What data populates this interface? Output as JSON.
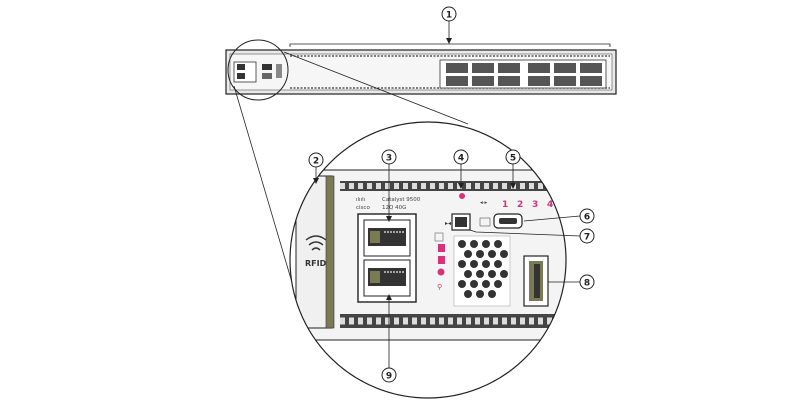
{
  "diagram": {
    "callouts": [
      {
        "id": "callout-1",
        "label": "1"
      },
      {
        "id": "callout-2",
        "label": "2"
      },
      {
        "id": "callout-3",
        "label": "3"
      },
      {
        "id": "callout-4",
        "label": "4"
      },
      {
        "id": "callout-5",
        "label": "5"
      },
      {
        "id": "callout-6",
        "label": "6"
      },
      {
        "id": "callout-7",
        "label": "7"
      },
      {
        "id": "callout-8",
        "label": "8"
      },
      {
        "id": "callout-9",
        "label": "9"
      }
    ],
    "brand_label": "cisco",
    "model_line1": "Catalyst 9500",
    "model_line2": "12Q 40G",
    "rfid_label": "RFID",
    "port_numbers": [
      "1",
      "2",
      "3",
      "4"
    ],
    "colors": {
      "line": "#222222",
      "accent": "#d6337a",
      "chassis": "#cfcfcf",
      "dark": "#333333"
    }
  }
}
